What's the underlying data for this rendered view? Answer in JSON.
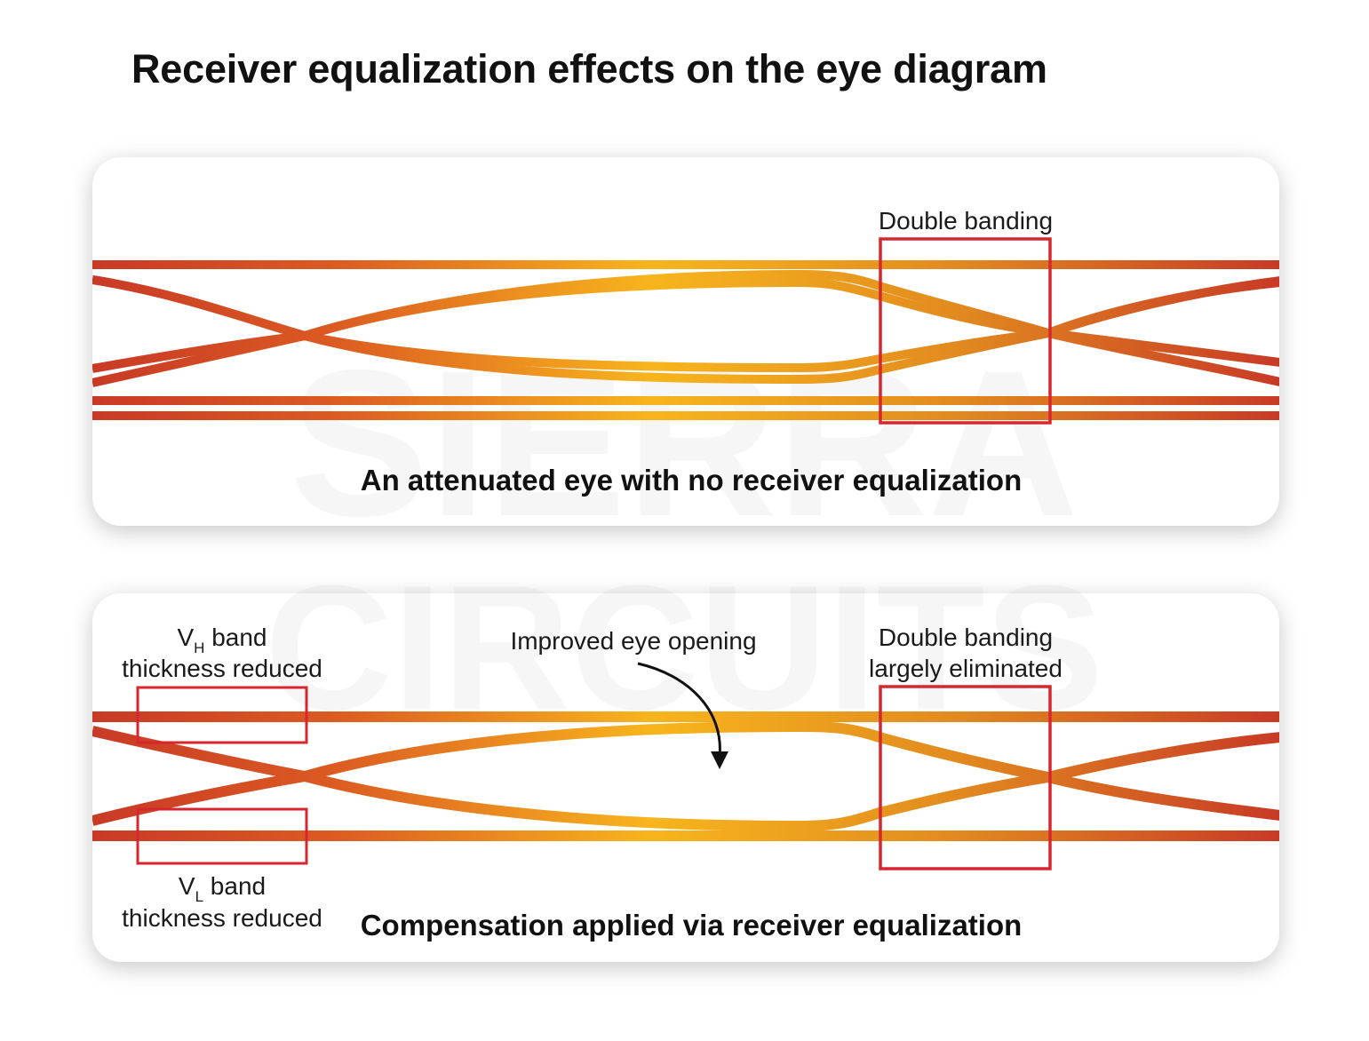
{
  "title": "Receiver equalization effects on the eye diagram",
  "watermark": {
    "line1": "SIERRA",
    "line2": "CIRCUITS"
  },
  "top_panel": {
    "caption": "An attenuated eye with no receiver equalization",
    "annotation": "Double banding"
  },
  "bottom_panel": {
    "caption": "Compensation applied via receiver equalization",
    "vh_label": {
      "main": "V",
      "sub": "H",
      "rest": " band",
      "line2": "thickness reduced"
    },
    "vl_label": {
      "main": "V",
      "sub": "L",
      "rest": " band",
      "line2": "thickness reduced"
    },
    "eye_label": "Improved eye opening",
    "banding_label": {
      "line1": "Double banding",
      "line2": "largely eliminated"
    }
  },
  "colors": {
    "trace_edge": "#c83a26",
    "trace_mid": "#e0731c",
    "trace_center": "#f7b51d",
    "highlight_box": "#d8262f",
    "text": "#111111"
  }
}
